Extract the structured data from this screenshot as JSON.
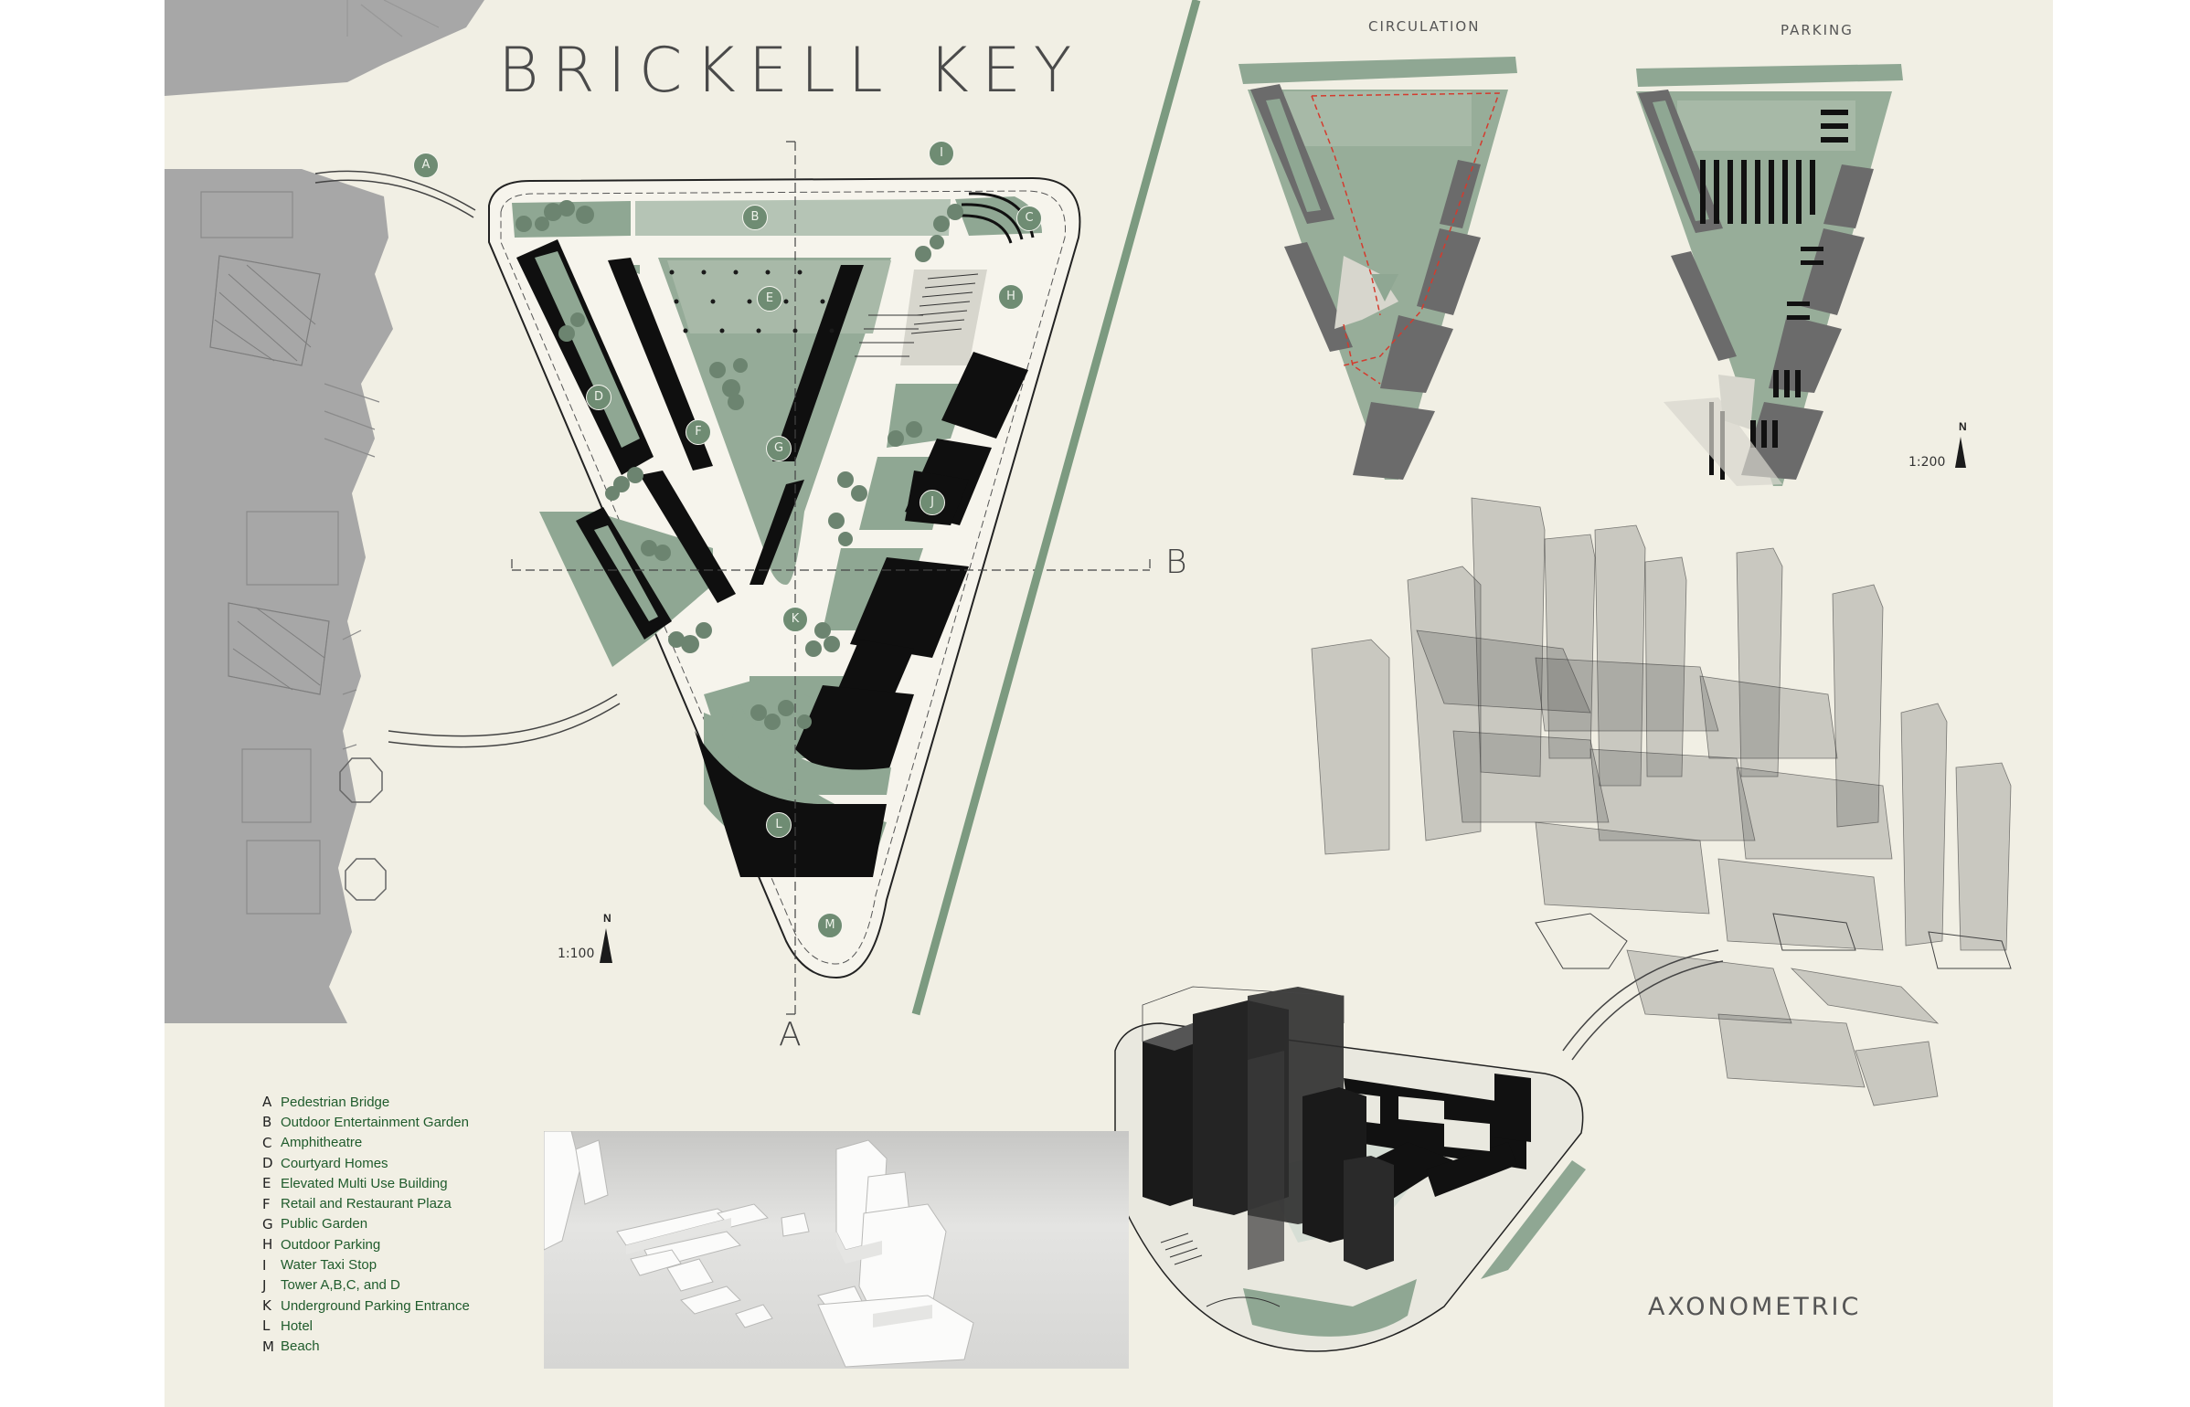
{
  "title": "BRICKELL KEY",
  "diagrams": {
    "circulation_title": "CIRCULATION",
    "parking_title": "PARKING",
    "axonometric_title": "AXONOMETRIC"
  },
  "site_plan": {
    "scale": "1:100",
    "north": "N",
    "section_a": "A",
    "section_b": "B",
    "markers": [
      "A",
      "B",
      "C",
      "D",
      "E",
      "F",
      "G",
      "H",
      "I",
      "J",
      "K",
      "L",
      "M"
    ]
  },
  "mini_plans": {
    "scale": "1:200",
    "north": "N"
  },
  "legend": [
    {
      "key": "A",
      "label": "Pedestrian Bridge"
    },
    {
      "key": "B",
      "label": "Outdoor Entertainment Garden"
    },
    {
      "key": "C",
      "label": "Amphitheatre"
    },
    {
      "key": "D",
      "label": "Courtyard Homes"
    },
    {
      "key": "E",
      "label": "Elevated Multi Use Building"
    },
    {
      "key": "F",
      "label": "Retail and Restaurant Plaza"
    },
    {
      "key": "G",
      "label": "Public Garden"
    },
    {
      "key": "H",
      "label": "Outdoor Parking"
    },
    {
      "key": "I",
      "label": "Water Taxi Stop"
    },
    {
      "key": "J",
      "label": "Tower A,B,C, and D"
    },
    {
      "key": "K",
      "label": "Underground Parking Entrance"
    },
    {
      "key": "L",
      "label": "Hotel"
    },
    {
      "key": "M",
      "label": "Beach"
    }
  ],
  "colors": {
    "board": "#f1efe4",
    "sage": "#8fa793",
    "dark_sage": "#6f8c73",
    "divider": "#7c9a80",
    "building": "#0e0e0e",
    "mainland": "#a8a8a8"
  }
}
